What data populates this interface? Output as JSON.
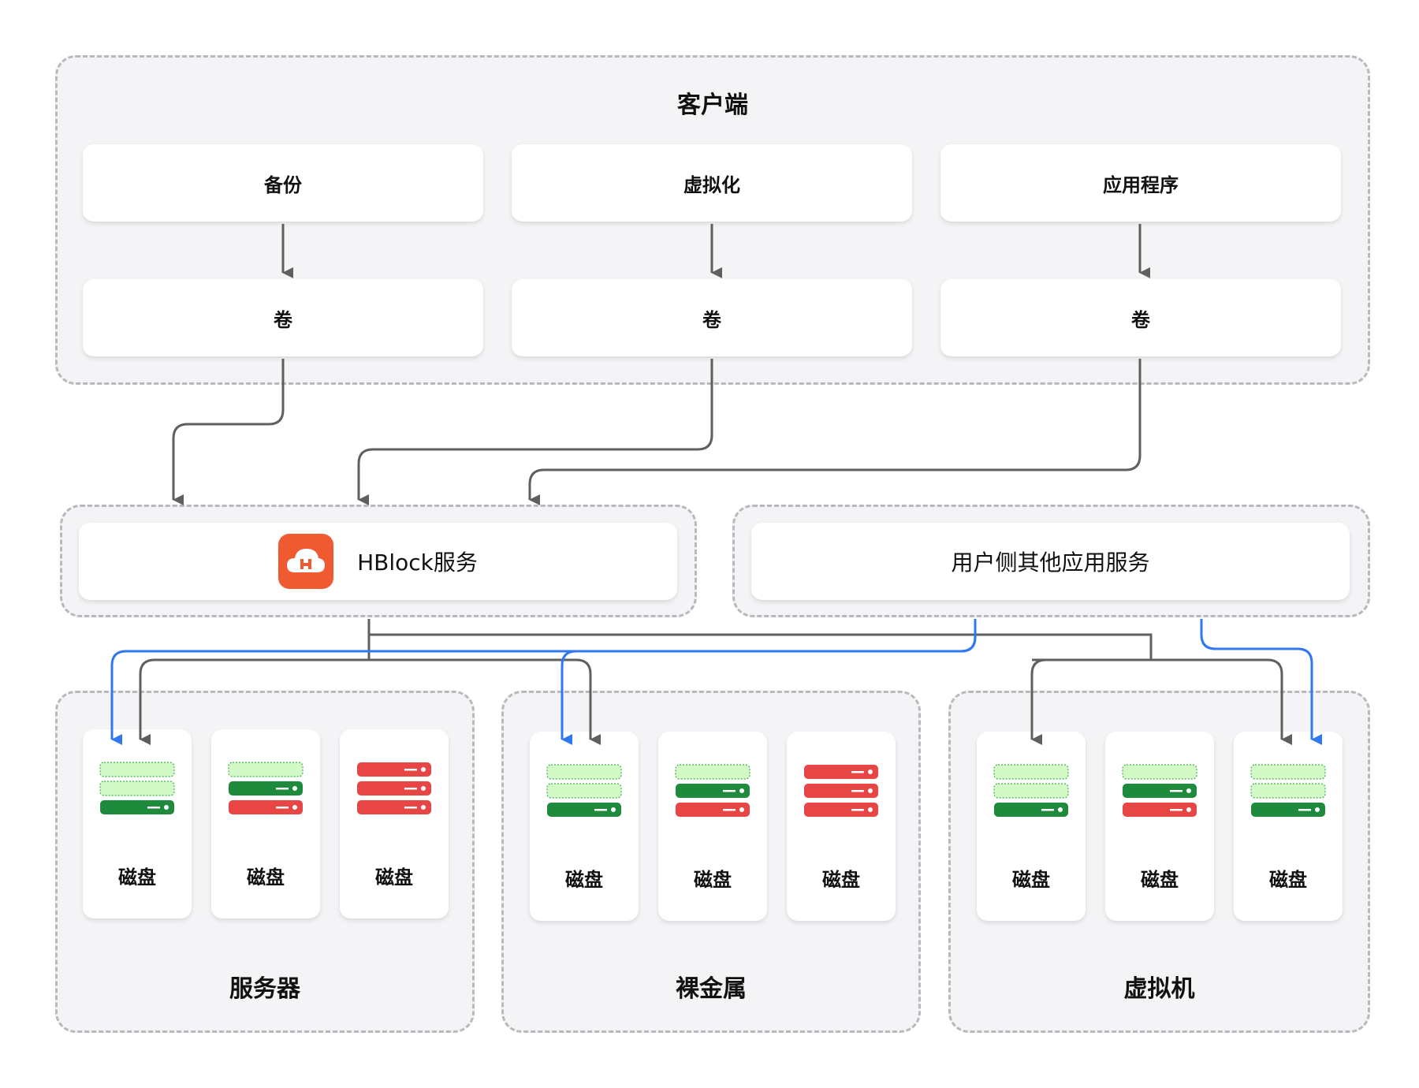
{
  "client": {
    "title": "客户端",
    "apps": [
      "备份",
      "虚拟化",
      "应用程序"
    ],
    "volume_label": "卷"
  },
  "services": {
    "hblock": "HBlock服务",
    "other": "用户侧其他应用服务"
  },
  "groups": [
    {
      "title": "服务器",
      "disks": [
        {
          "label": "磁盘",
          "icon": "disk-1used-icon"
        },
        {
          "label": "磁盘",
          "icon": "disk-2used-1fail-icon"
        },
        {
          "label": "磁盘",
          "icon": "disk-all-fail-icon"
        }
      ]
    },
    {
      "title": "裸金属",
      "disks": [
        {
          "label": "磁盘",
          "icon": "disk-1used-icon"
        },
        {
          "label": "磁盘",
          "icon": "disk-2used-1fail-icon"
        },
        {
          "label": "磁盘",
          "icon": "disk-all-fail-icon"
        }
      ]
    },
    {
      "title": "虚拟机",
      "disks": [
        {
          "label": "磁盘",
          "icon": "disk-1used-icon"
        },
        {
          "label": "磁盘",
          "icon": "disk-2used-1fail-icon"
        },
        {
          "label": "磁盘",
          "icon": "disk-1used-icon"
        }
      ]
    }
  ],
  "colors": {
    "line_gray": "#5f5f5f",
    "line_blue": "#2f78f0",
    "slot_empty": "#d3f9c6",
    "slot_used": "#1e8a3c",
    "slot_fail": "#e84545",
    "logo": "#ef5a31"
  }
}
